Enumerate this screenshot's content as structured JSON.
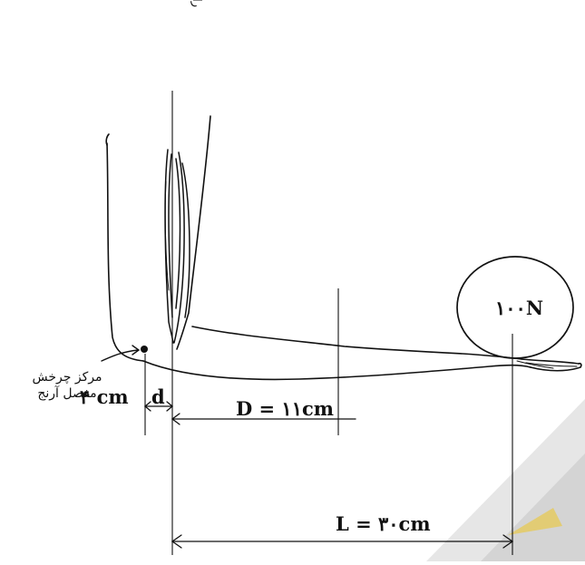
{
  "labels": {
    "muscle_force_line": "راستای نیروی عضله",
    "elbow_center_line1": "مرکز چرخش",
    "elbow_center_line2": "مفصل آرنج",
    "d_value": "۴ cm",
    "d_symbol": "d",
    "D_label": "D = ۱۱cm",
    "weight_label": "۱۰۰N",
    "L_label": "L = ۳۰cm"
  },
  "colors": {
    "ink": "#111111",
    "background": "#ffffff",
    "watermark": "#d9d9d9",
    "watermark_accent": "#f5c400"
  }
}
